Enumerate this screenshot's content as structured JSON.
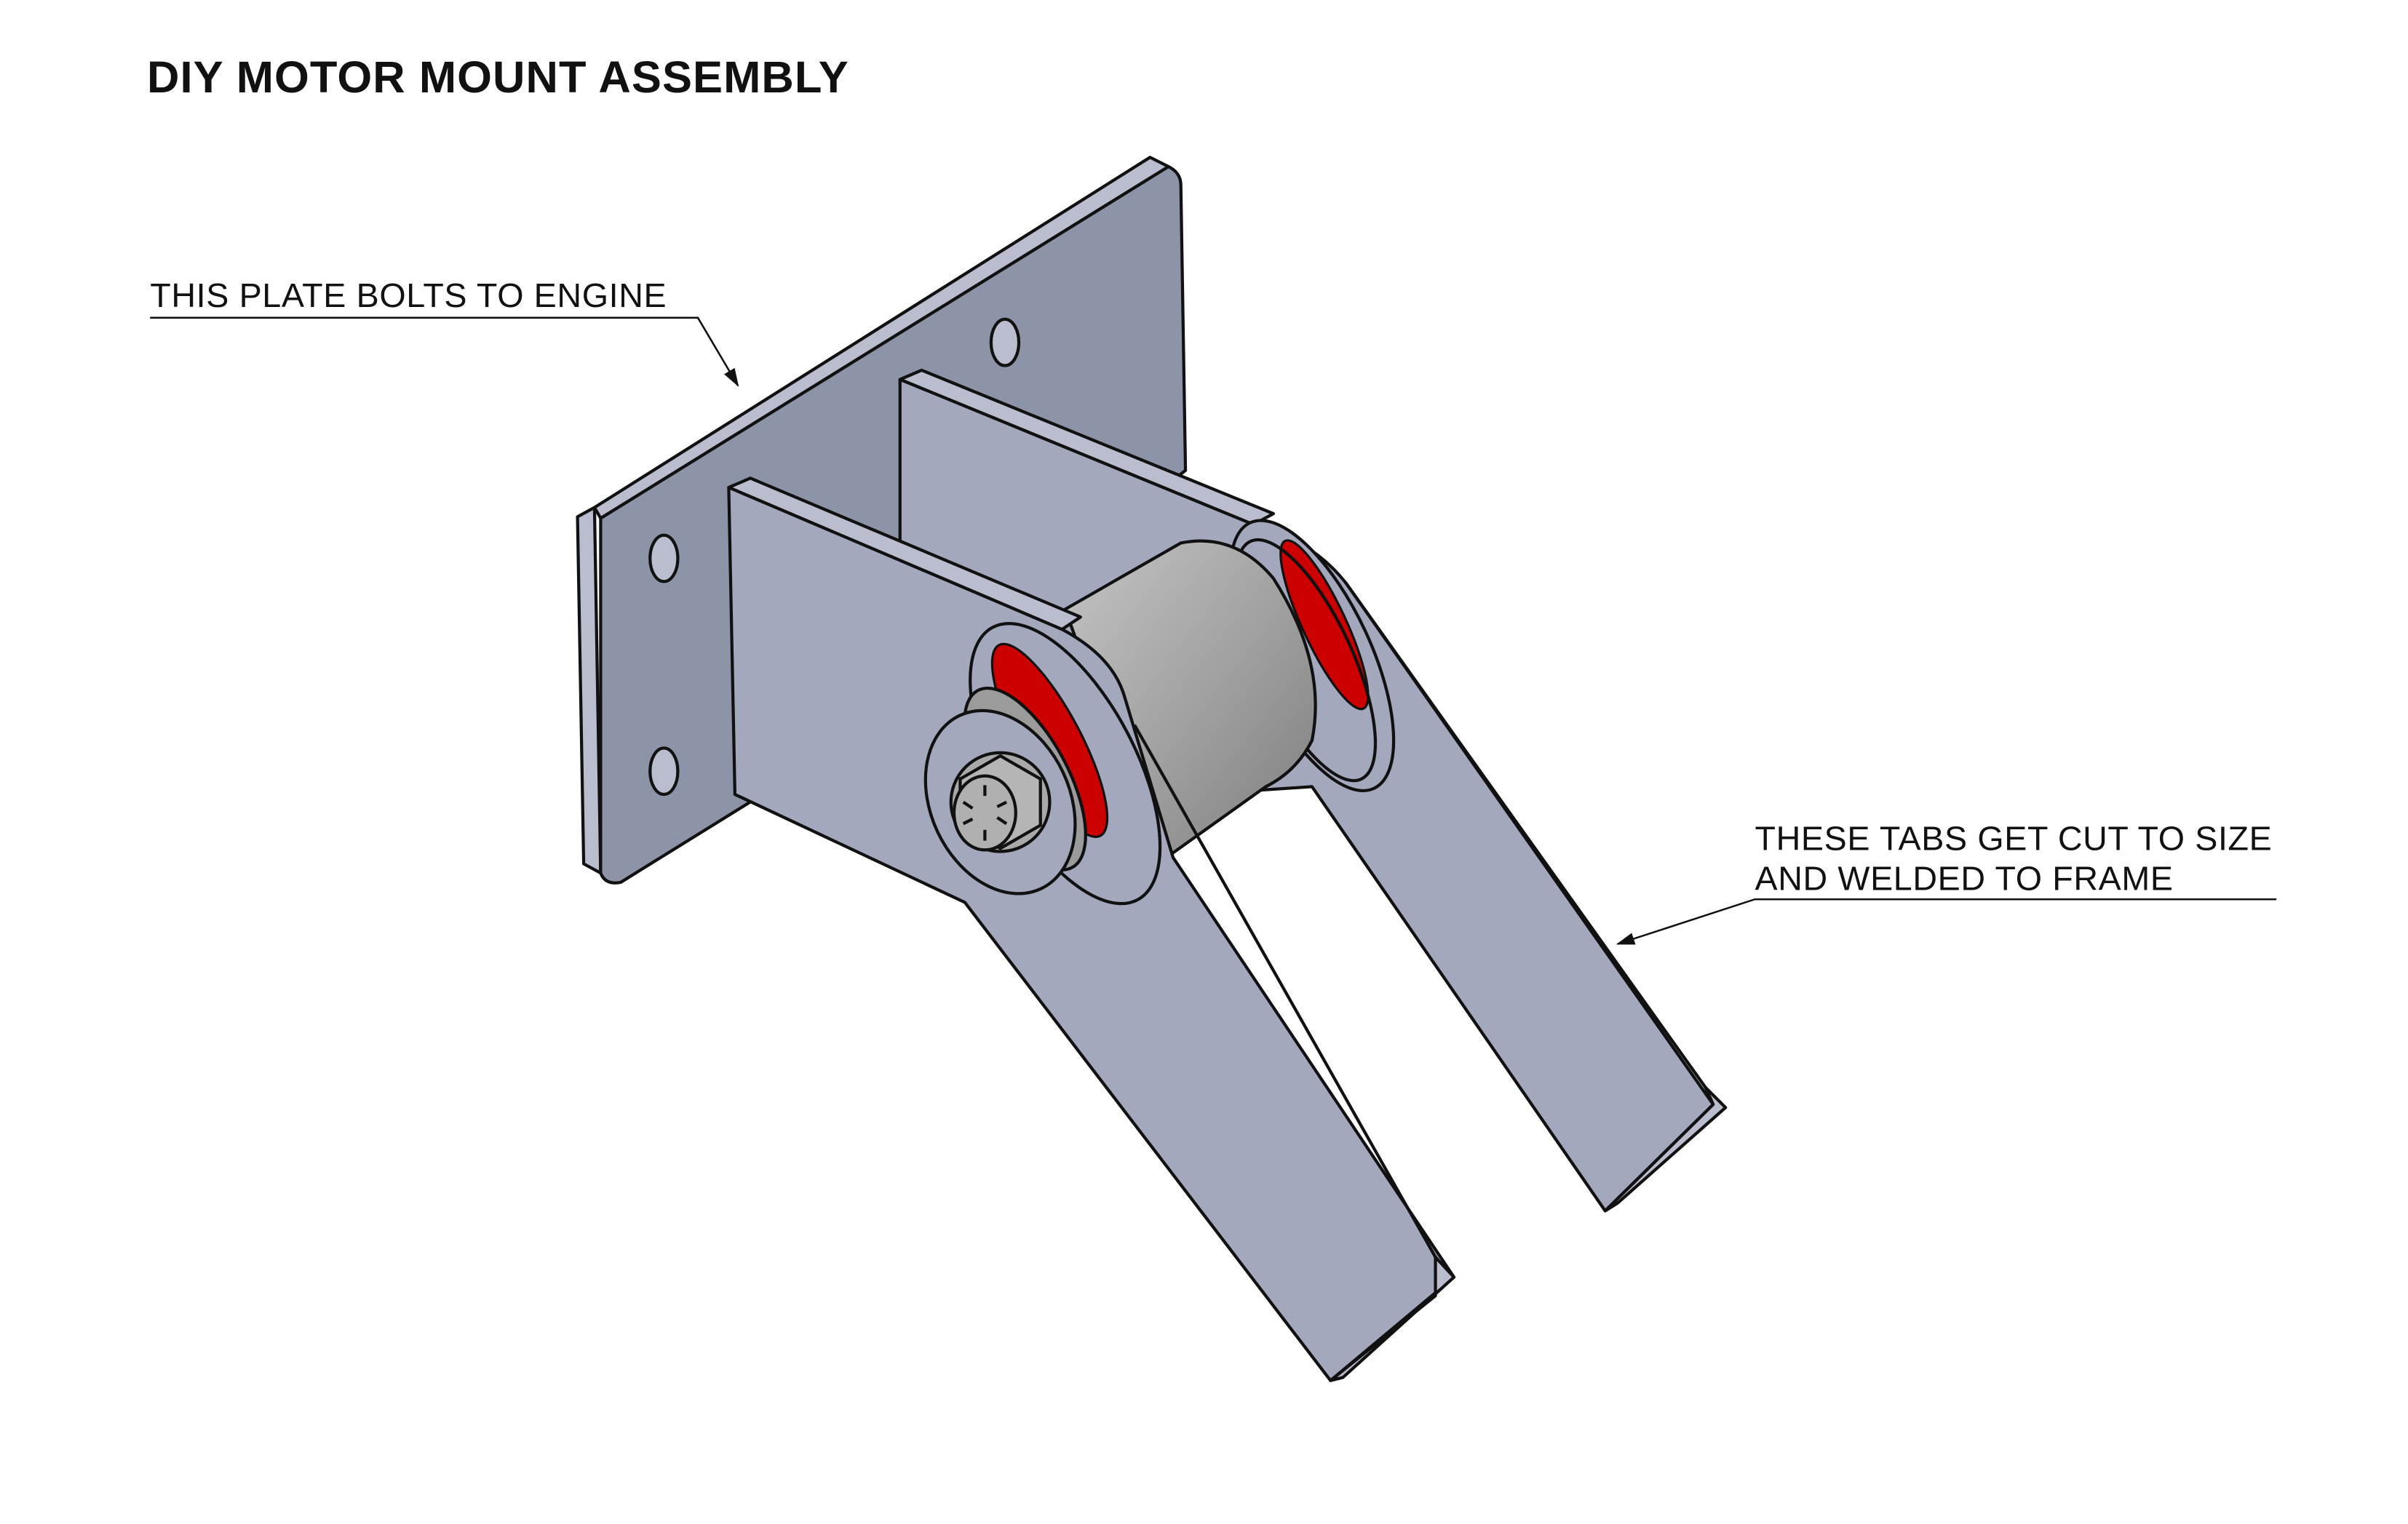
{
  "title": "DIY MOTOR MOUNT ASSEMBLY",
  "annotations": {
    "plate": "THIS PLATE BOLTS TO ENGINE",
    "tabs_line1": "THESE TABS GET CUT TO SIZE",
    "tabs_line2": "AND WELDED TO FRAME"
  },
  "colors": {
    "plate": "#8e94a8",
    "tab": "#a3a8bd",
    "bushing": "#9b9b9b",
    "poly_insert": "#cc0000"
  }
}
